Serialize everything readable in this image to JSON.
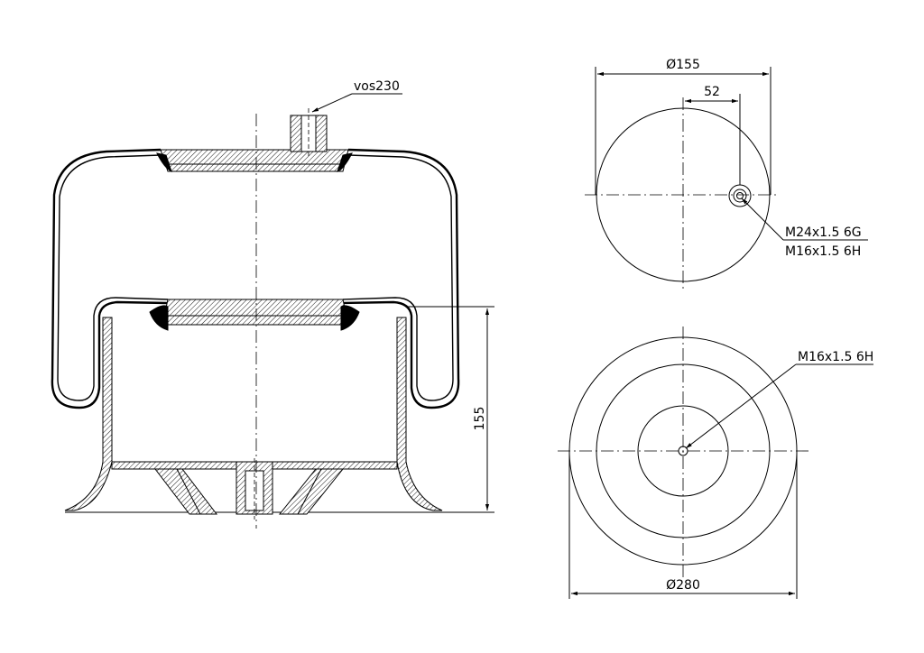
{
  "labels": {
    "top_port": "vos230",
    "height_dim": "155",
    "top_view_diameter": "Ø155",
    "top_view_offset": "52",
    "top_view_thread_1": "M24x1.5 6G",
    "top_view_thread_2": "M16x1.5 6H",
    "bottom_view_thread": "M16x1.5 6H",
    "bottom_view_diameter": "Ø280"
  }
}
